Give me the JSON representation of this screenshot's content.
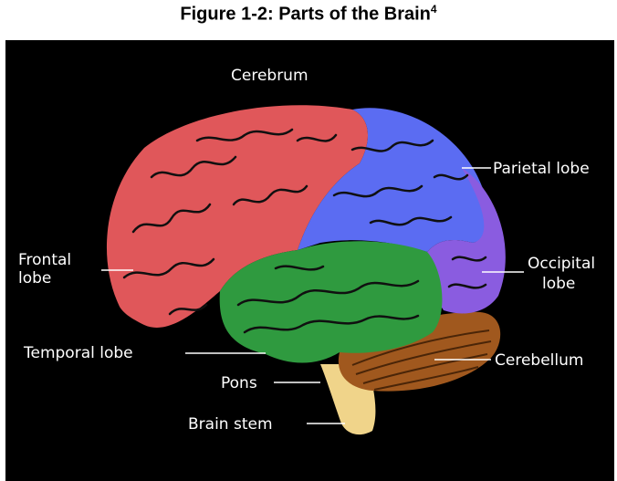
{
  "figure": {
    "caption": "Figure 1-2: Parts of the Brain",
    "footnote_marker": "4",
    "background": "#000000",
    "colors": {
      "frontal": "#e0575a",
      "parietal": "#5b6cf2",
      "occipital": "#8a5ce0",
      "temporal": "#2f9a3f",
      "cerebellum": "#a0581e",
      "stem": "#f0d48a"
    },
    "labels": {
      "cerebrum": "Cerebrum",
      "parietal": "Parietal lobe",
      "frontal_line1": "Frontal",
      "frontal_line2": "lobe",
      "occipital_line1": "Occipital",
      "occipital_line2": "lobe",
      "temporal": "Temporal lobe",
      "cerebellum": "Cerebellum",
      "pons": "Pons",
      "brain_stem": "Brain stem"
    }
  }
}
